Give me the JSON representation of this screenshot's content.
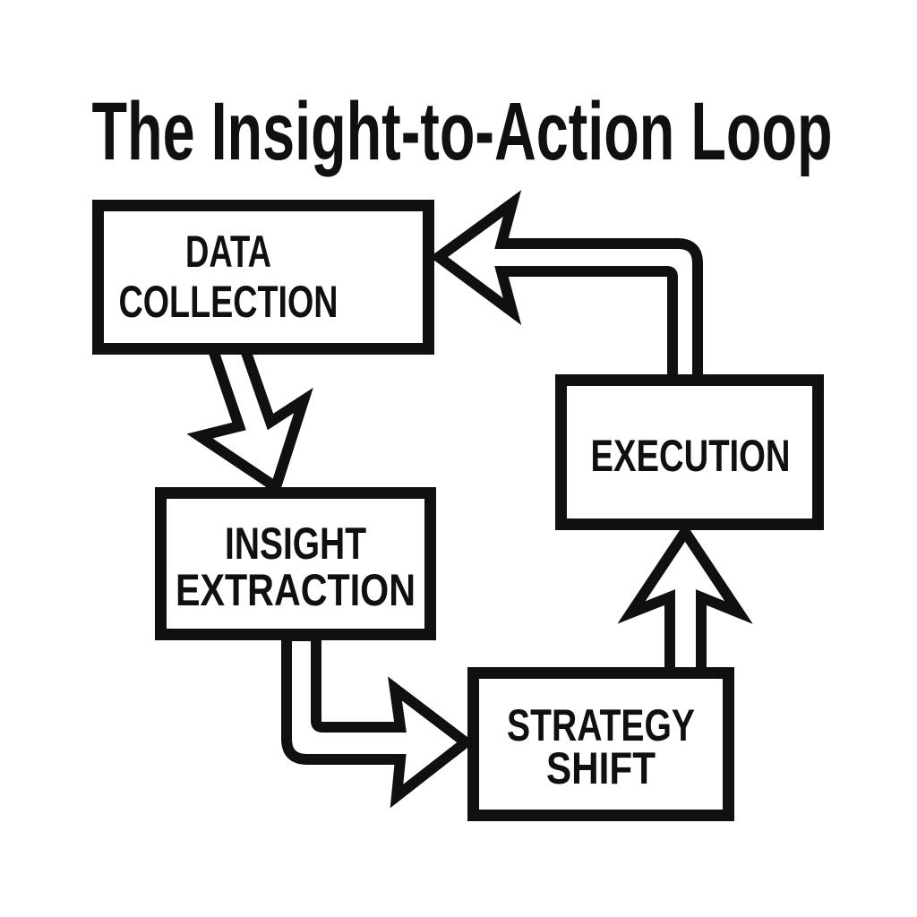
{
  "title": "The Insight-to-Action Loop",
  "colors": {
    "ink": "#101010",
    "background": "#ffffff"
  },
  "diagram": {
    "type": "cycle-flowchart",
    "nodes": [
      {
        "id": "data-collection",
        "lines": [
          "DATA",
          "COLLECTION"
        ]
      },
      {
        "id": "insight-extraction",
        "lines": [
          "INSIGHT",
          "EXTRACTION"
        ]
      },
      {
        "id": "strategy-shift",
        "lines": [
          "STRATEGY",
          "SHIFT"
        ]
      },
      {
        "id": "execution",
        "lines": [
          "EXECUTION"
        ]
      }
    ],
    "edges": [
      {
        "from": "data-collection",
        "to": "insight-extraction"
      },
      {
        "from": "insight-extraction",
        "to": "strategy-shift"
      },
      {
        "from": "strategy-shift",
        "to": "execution"
      },
      {
        "from": "execution",
        "to": "data-collection"
      }
    ]
  }
}
